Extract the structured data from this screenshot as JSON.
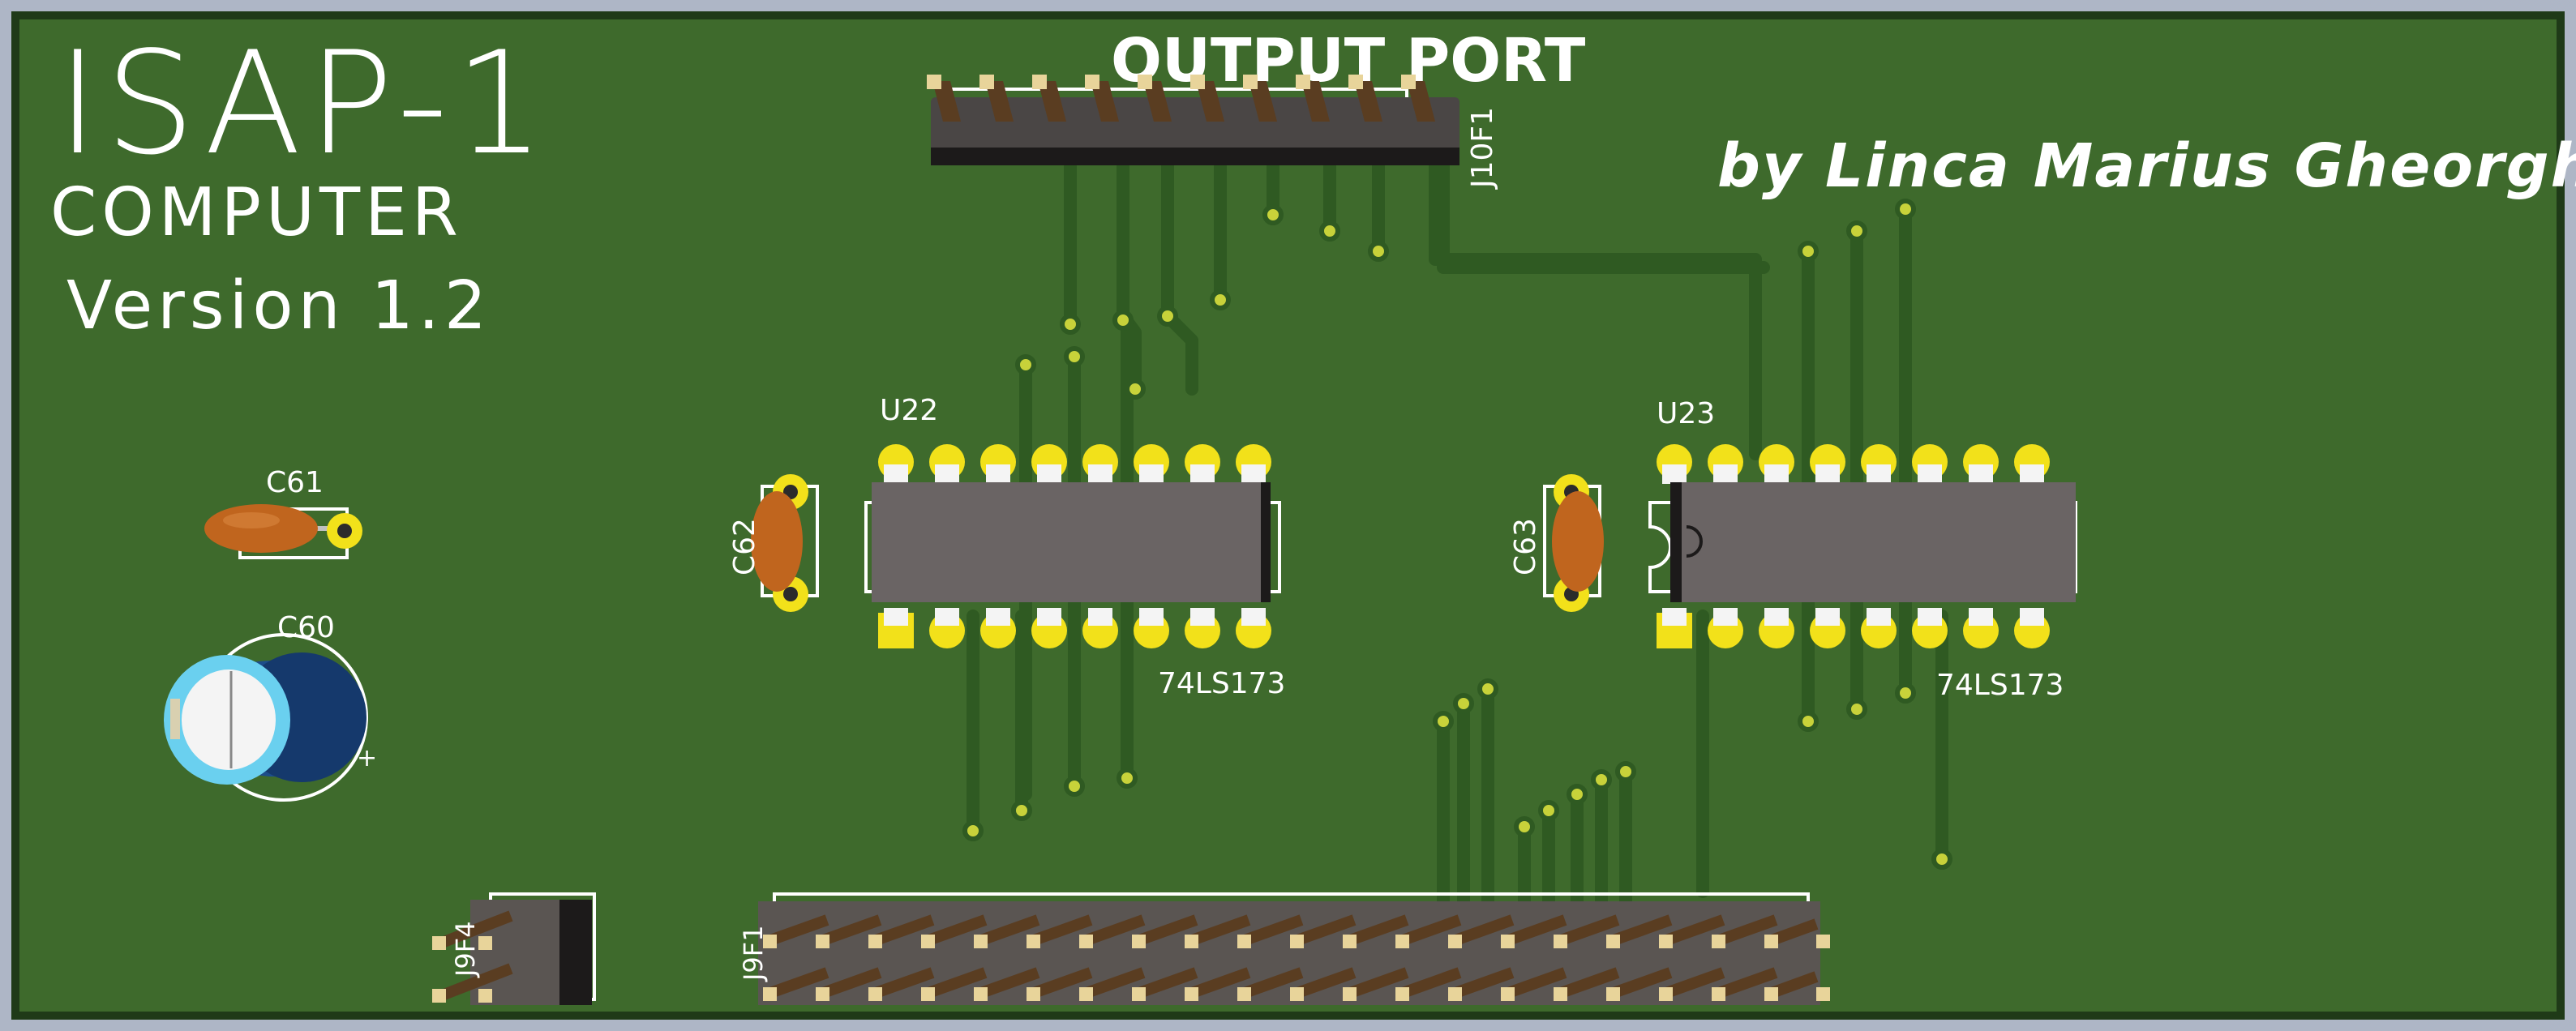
{
  "board": {
    "title_line1": "ISAP-1",
    "title_line2": "COMPUTER",
    "title_line3": "Version 1.2",
    "author": "by Linca Marius Gheorghe",
    "port_title": "OUTPUT PORT",
    "colors": {
      "solder_mask": "#3e6a2c",
      "trace": "#2f5a22",
      "silkscreen": "#ffffff",
      "pad": "#f2e11a",
      "ic_body": "#6a6464",
      "frame": "#aeb6c6"
    }
  },
  "components": {
    "c61": "C61",
    "c60": "C60",
    "c60_polarity": "+",
    "c62": "C62",
    "c63": "C63",
    "u22": "U22",
    "u22_part": "74LS173",
    "u23": "U23",
    "u23_part": "74LS173",
    "j10f1": "J10F1",
    "j9f1": "J9F1",
    "j9f4": "J9F4"
  }
}
